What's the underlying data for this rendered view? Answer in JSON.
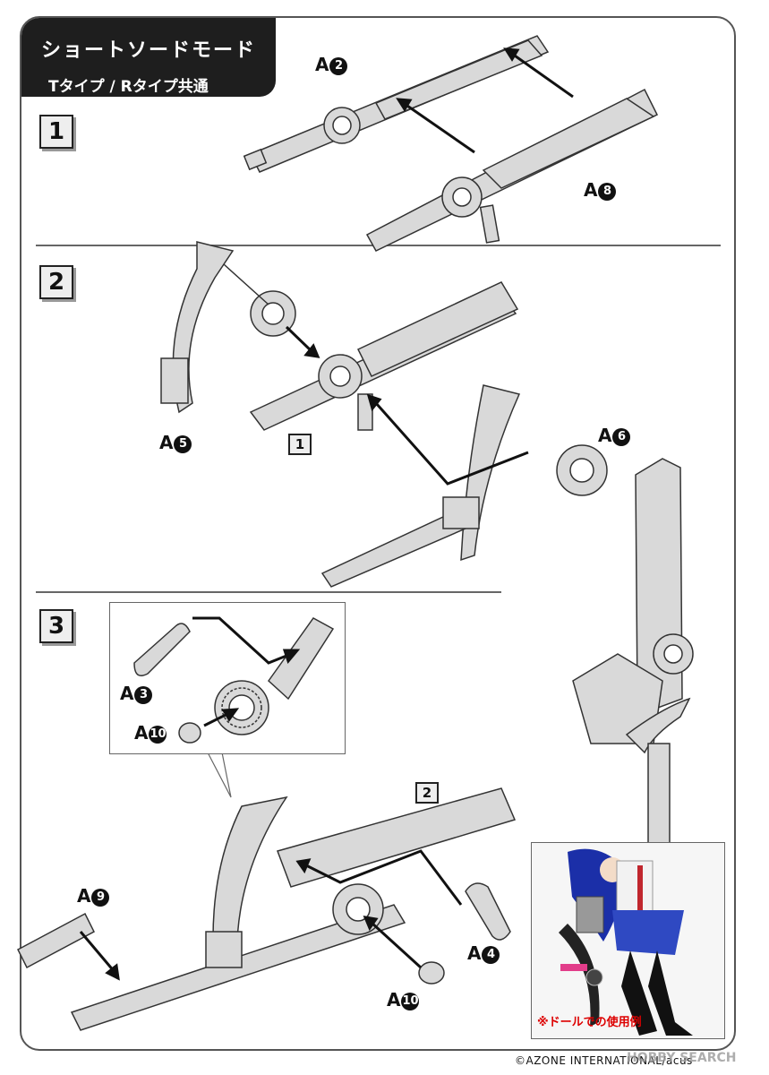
{
  "header": {
    "title": "ショートソードモード",
    "subtitle": "Tタイプ / Rタイプ共通"
  },
  "steps": [
    {
      "number": "1"
    },
    {
      "number": "2"
    },
    {
      "number": "3"
    }
  ],
  "step2": {
    "ref": "1"
  },
  "step3": {
    "ref": "2"
  },
  "labels": {
    "a2": {
      "prefix": "A",
      "num": "2"
    },
    "a8": {
      "prefix": "A",
      "num": "8"
    },
    "a5": {
      "prefix": "A",
      "num": "5"
    },
    "a6": {
      "prefix": "A",
      "num": "6"
    },
    "a3": {
      "prefix": "A",
      "num": "3"
    },
    "a10_inset": {
      "prefix": "A",
      "num": "10"
    },
    "a9": {
      "prefix": "A",
      "num": "9"
    },
    "a4": {
      "prefix": "A",
      "num": "4"
    },
    "a10": {
      "prefix": "A",
      "num": "10"
    }
  },
  "photo": {
    "caption": "※ドールでの使用例"
  },
  "footer": {
    "copyright": "©AZONE INTERNATIONAL/acus",
    "watermark": "HOBBY SEARCH"
  },
  "colors": {
    "part_fill": "#d9d9d9",
    "part_stroke": "#333333",
    "header_bg": "#1e1e1e",
    "caption_red": "#dd0000"
  }
}
